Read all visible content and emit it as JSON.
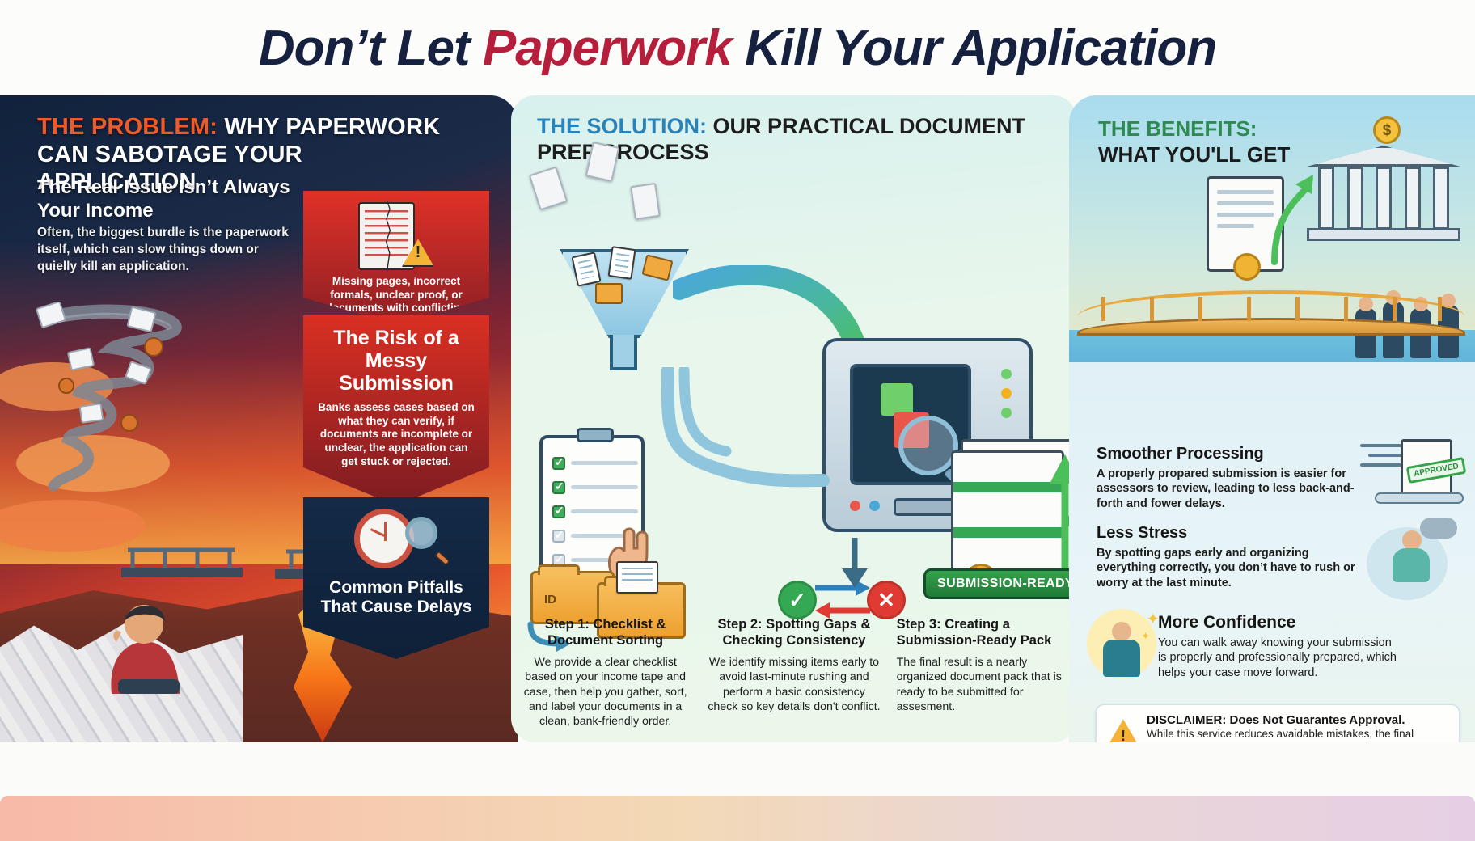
{
  "title": {
    "part1": "Don’t Let ",
    "accent": "Paperwork",
    "part2": " Kill Your Application"
  },
  "colors": {
    "title_navy": "#15213f",
    "title_accent": "#b61f3c",
    "problem_accent": "#f05a28",
    "solution_accent": "#2a83b8",
    "benefits_accent": "#2e8b4f",
    "ready_green": "#34a24a",
    "warning_amber": "#f5b335"
  },
  "problem": {
    "head_highlight": "THE PROBLEM:",
    "head_rest": " WHY PAPERWORK CAN SABOTAGE YOUR APPLICATION",
    "subhead": "The Real Issue Isn’t Always Your Income",
    "body": "Often, the biggest burdle is the paperwork itself, which can slow things down or quielly kill an application.",
    "cards": [
      {
        "title": "",
        "text": "Missing pages, incorrect formals, unclear proof, or documents with conflicting details are common mistakes that create problems.",
        "icon": "torn-document-warning-icon"
      },
      {
        "title": "The Risk of a Messy Submission",
        "text": "Banks assess cases based on what they can verify, if documents are incomplete or unclear, the application can get stuck or rejected.",
        "icon": "none"
      },
      {
        "title": "Common Pitfalls That Cause Delays",
        "text": "",
        "icon": "clock-magnifier-icon"
      }
    ]
  },
  "solution": {
    "head_highlight": "THE SOLUTION:",
    "head_rest": " OUR PRACTICAL DOCUMENT PREP PROCESS",
    "folder_label": "ID",
    "ready_badge": "SUBMISSION-READY",
    "steps": [
      {
        "title": "Step 1: Checklist & Document Sorting",
        "text": "We provide a clear checklist based on your income tape and case, then help you gather, sort, and label your documents in a clean, bank-friendly order."
      },
      {
        "title": "Step 2: Spotting Gaps & Checking Consistency",
        "text": "We identify missing items early to avoid last-minute rushing and perform a basic consistency check so key details don't conflict."
      },
      {
        "title": "Step 3: Creating a Submission-Ready Pack",
        "text": "The final result is a nearly organized document pack that is ready to be submitted for assesment."
      }
    ]
  },
  "benefits": {
    "head_highlight": "THE BENEFITS:",
    "head_rest": " WHAT YOU'LL GET",
    "approved_stamp": "APPROVED",
    "items": [
      {
        "title": "Smoother Processing",
        "text": "A properly propared submission is easier for assessors to review, leading to less back-and-forth and fower delays."
      },
      {
        "title": "Less Stress",
        "text": "By spotting gaps early and organizing everything correctly, you don’t have to rush or worry at the last minute."
      },
      {
        "title": "More Confidence",
        "text": "You can walk away knowing your submission is properly and professionally prepared, which helps your case move forward."
      }
    ],
    "disclaimer": {
      "heading": "DISCLAIMER: Does Not Guarantes Approval.",
      "text": "While this service reduces avaidable mistakes, the final approval decision still rests with the lending institution."
    }
  }
}
